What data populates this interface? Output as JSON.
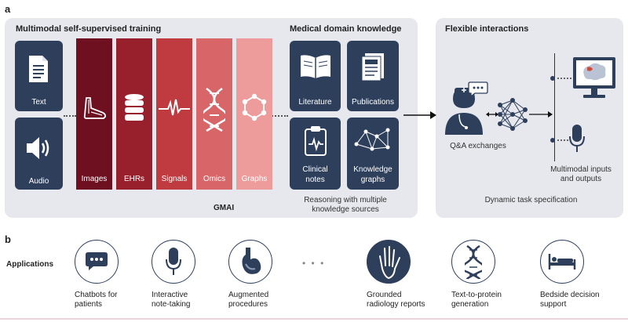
{
  "panel_a": {
    "letter": "a",
    "training_title": "Multimodal self-supervised training",
    "knowledge_title": "Medical domain knowledge",
    "flex_title": "Flexible interactions",
    "gmai_label": "GMAI",
    "reasoning_caption_1": "Reasoning with multiple",
    "reasoning_caption_2": "knowledge sources",
    "inputs": [
      {
        "label": "Text",
        "icon": "document-icon"
      },
      {
        "label": "Audio",
        "icon": "speaker-icon"
      }
    ],
    "modalities": [
      {
        "label": "Images",
        "icon": "foot-xray-icon",
        "color": "#6e1020"
      },
      {
        "label": "EHRs",
        "icon": "database-icon",
        "color": "#98202d"
      },
      {
        "label": "Signals",
        "icon": "waveform-icon",
        "color": "#c03b40"
      },
      {
        "label": "Omics",
        "icon": "dna-icon",
        "color": "#d86668"
      },
      {
        "label": "Graphs",
        "icon": "graph-hexagon-icon",
        "color": "#ee9b9b"
      }
    ],
    "knowledge": [
      {
        "line1": "Literature",
        "line2": "",
        "icon": "book-icon"
      },
      {
        "line1": "Publications",
        "line2": "",
        "icon": "newspaper-icon"
      },
      {
        "line1": "Clinical",
        "line2": "notes",
        "icon": "clipboard-ecg-icon"
      },
      {
        "label": "",
        "line1": "Knowledge",
        "line2": "graphs",
        "icon": "network-icon"
      }
    ],
    "qa_caption": "Q&A exchanges",
    "multimodal_caption_1": "Multimodal inputs",
    "multimodal_caption_2": "and outputs",
    "dynamic_caption": "Dynamic task specification"
  },
  "panel_b": {
    "letter": "b",
    "title": "Applications",
    "ellipsis": "• • •",
    "apps": [
      {
        "line1": "Chatbots for",
        "line2": "patients",
        "icon": "chat-bubble-icon"
      },
      {
        "line1": "Interactive",
        "line2": "note-taking",
        "icon": "microphone-icon"
      },
      {
        "line1": "Augmented",
        "line2": "procedures",
        "icon": "stomach-icon"
      },
      {
        "line1": "Grounded",
        "line2": "radiology reports",
        "icon": "hand-xray-icon"
      },
      {
        "line1": "Text-to-protein",
        "line2": "generation",
        "icon": "dna-icon"
      },
      {
        "line1": "Bedside decision",
        "line2": "support",
        "icon": "hospital-bed-icon"
      }
    ]
  },
  "colors": {
    "navy": "#2e3f5c",
    "panel_bg": "#e6e8ed",
    "brain_accent": "#d04a3a"
  }
}
